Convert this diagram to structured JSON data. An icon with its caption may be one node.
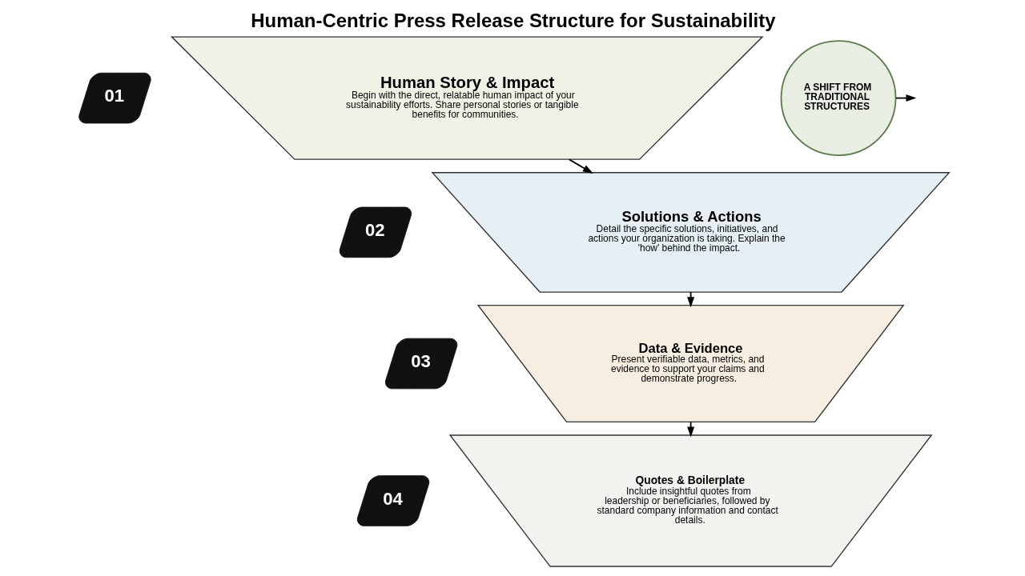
{
  "diagram": {
    "title": "Human-Centric Press Release Structure for Sustainability",
    "nodes": [
      {
        "text": [
          "01"
        ]
      },
      {
        "text": [
          "Human Story & Impact",
          "Begin with the direct, relatable human impact of your sustainability efforts. Share personal stories or tangible benefits for communities."
        ]
      },
      {
        "text": [
          "02"
        ]
      },
      {
        "text": [
          "Solutions & Actions",
          "Detail the specific solutions, initiatives, and actions your organization is taking. Explain the 'how' behind the impact."
        ]
      },
      {
        "text": [
          "03"
        ]
      },
      {
        "text": [
          "Data & Evidence",
          "Present verifiable data, metrics, and evidence to support your claims and demonstrate progress."
        ]
      },
      {
        "text": [
          "04"
        ]
      },
      {
        "text": [
          "Quotes & Boilerplate",
          "Include insightful quotes from leadership or beneficiaries, followed by standard company information and contact details."
        ]
      },
      {
        "text": [
          "A SHIFT FROM TRADITIONAL STRUCTURES"
        ]
      }
    ],
    "edges": [
      {
        "from": 1,
        "to": 3,
        "arrow": "to"
      },
      {
        "from": 3,
        "to": 5,
        "arrow": "to"
      },
      {
        "from": 5,
        "to": 7,
        "arrow": "to"
      },
      {
        "from": 8,
        "to": null,
        "arrow": "to"
      }
    ]
  }
}
